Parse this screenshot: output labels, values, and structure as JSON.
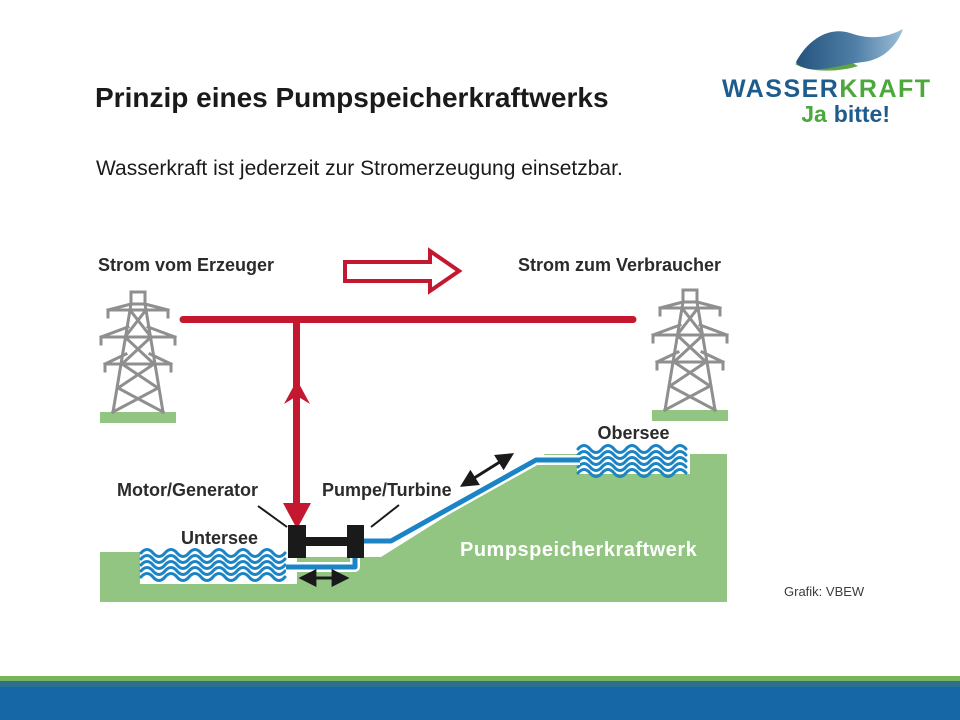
{
  "colors": {
    "red-accent": "#c3182f",
    "terrain-green": "#92c482",
    "water-blue": "#1b84c5",
    "tower-gray": "#8f8f8f",
    "logo-blue": "#1d5c8c",
    "logo-green": "#4ca83d",
    "footer-green": "#79b35c",
    "footer-teal": "#2c6f8e",
    "footer-blue": "#1667a5",
    "ink": "#262626"
  },
  "slide": {
    "title": "Prinzip eines Pumpspeicherkraftwerks",
    "subtitle": "Wasserkraft ist jederzeit zur Stromerzeugung einsetzbar.",
    "credit": "Grafik: VBEW"
  },
  "logo": {
    "brand_blue_part": "WASSER",
    "brand_green_part": "KRAFT",
    "tagline_green_part": "Ja",
    "tagline_blue_part": "bitte!"
  },
  "diagram": {
    "source_label": "Strom vom Erzeuger",
    "consumer_label": "Strom zum Verbraucher",
    "motor_label": "Motor/Generator",
    "pump_label": "Pumpe/Turbine",
    "lower_lake_label": "Untersee",
    "upper_lake_label": "Obersee",
    "plant_label": "Pumpspeicherkraftwerk"
  }
}
